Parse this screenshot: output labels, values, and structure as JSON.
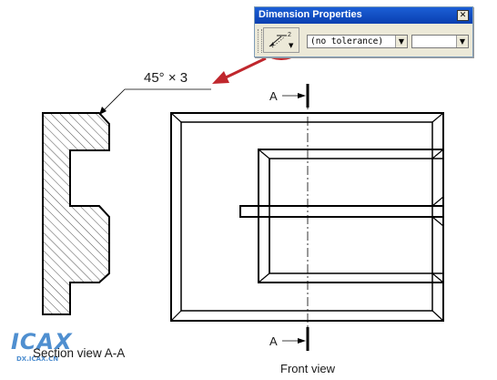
{
  "toolbar": {
    "title": "Dimension Properties",
    "close_glyph": "✕",
    "style_button_icon": "dimension-style-icon",
    "style_button_superscript": "2",
    "tolerance_select": {
      "value": "(no tolerance)"
    },
    "precision_select": {
      "value": ""
    },
    "dropdown_glyph": "▼"
  },
  "callout": {
    "text": "45° × 3"
  },
  "drawing": {
    "cut_label_top": "A",
    "cut_label_bottom": "A",
    "section_caption": "Section view A-A",
    "front_caption": "Front view"
  },
  "watermark": {
    "logo": "ICAX",
    "sub": "DX.ICAX.CN"
  },
  "colors": {
    "pointer_arrow": "#c0272d",
    "highlight_ellipse": "#c0272d",
    "title_bar": "#0a3fb0",
    "watermark": "#4f8fd0"
  }
}
